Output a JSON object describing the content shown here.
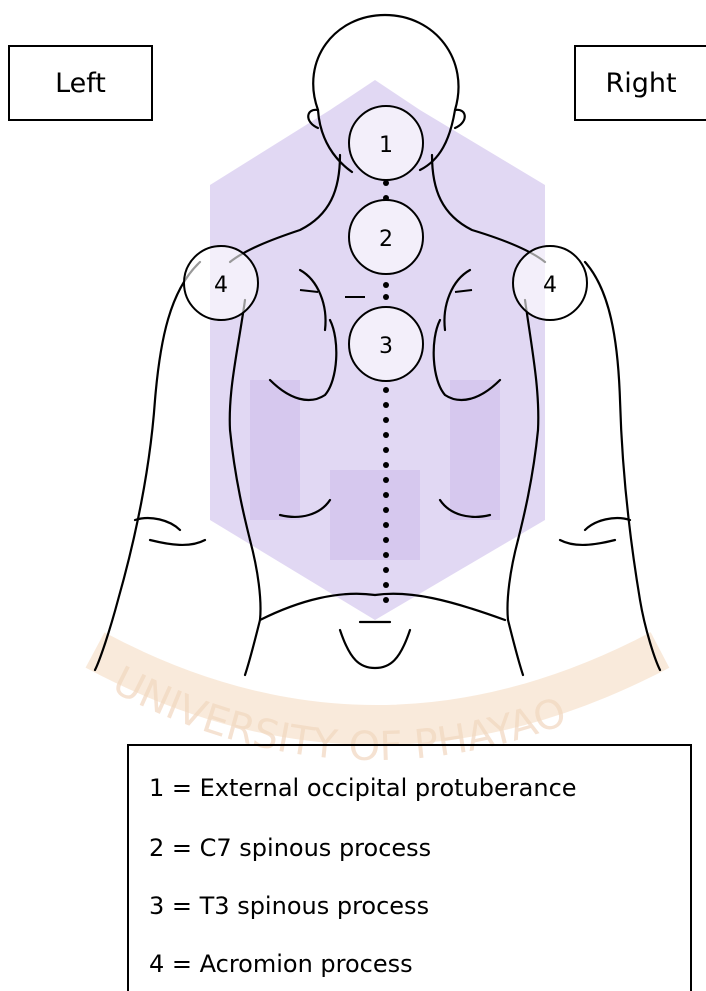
{
  "labels": {
    "left": "Left",
    "right": "Right"
  },
  "markers": [
    {
      "number": "1",
      "name": "marker-1-occipital"
    },
    {
      "number": "2",
      "name": "marker-2-c7"
    },
    {
      "number": "3",
      "name": "marker-3-t3"
    },
    {
      "number": "4",
      "name": "marker-4-left-acromion"
    },
    {
      "number": "4",
      "name": "marker-4-right-acromion"
    }
  ],
  "legend": [
    "1 = External occipital protuberance",
    "2 = C7 spinous process",
    "3 = T3 spinous process",
    "4 = Acromion process"
  ],
  "watermark": {
    "text": "UNIVERSITY OF PHAYAO",
    "color": "#b9a6df",
    "text_color": "#e8b78a"
  }
}
